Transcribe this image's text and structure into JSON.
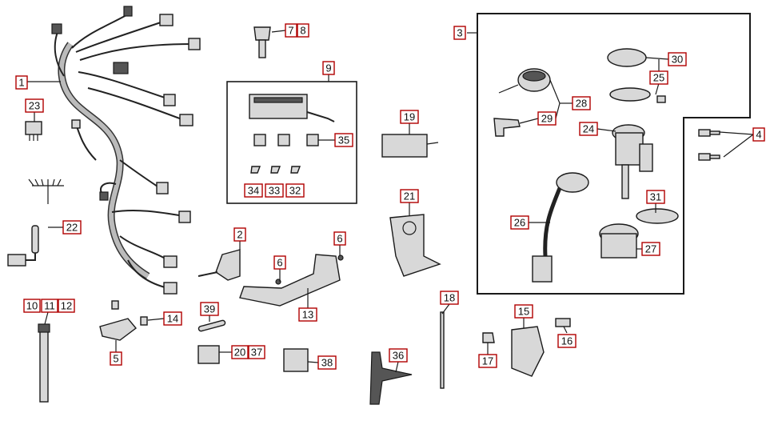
{
  "callouts": {
    "c1": "1",
    "c2": "2",
    "c3": "3",
    "c4": "4",
    "c5": "5",
    "c6a": "6",
    "c6b": "6",
    "c7": "7",
    "c8": "8",
    "c9": "9",
    "c10": "10",
    "c11": "11",
    "c12": "12",
    "c13": "13",
    "c14": "14",
    "c15": "15",
    "c16": "16",
    "c17": "17",
    "c18": "18",
    "c19": "19",
    "c20": "20",
    "c21": "21",
    "c22": "22",
    "c23": "23",
    "c24": "24",
    "c25": "25",
    "c26": "26",
    "c27": "27",
    "c28": "28",
    "c29": "29",
    "c30": "30",
    "c31": "31",
    "c32": "32",
    "c33": "33",
    "c34": "34",
    "c35": "35",
    "c36": "36",
    "c37": "37",
    "c38": "38",
    "c39": "39"
  },
  "colors": {
    "callout_border": "#b00000",
    "line": "#1a1a1a",
    "part_fill": "#d8d8d8"
  }
}
